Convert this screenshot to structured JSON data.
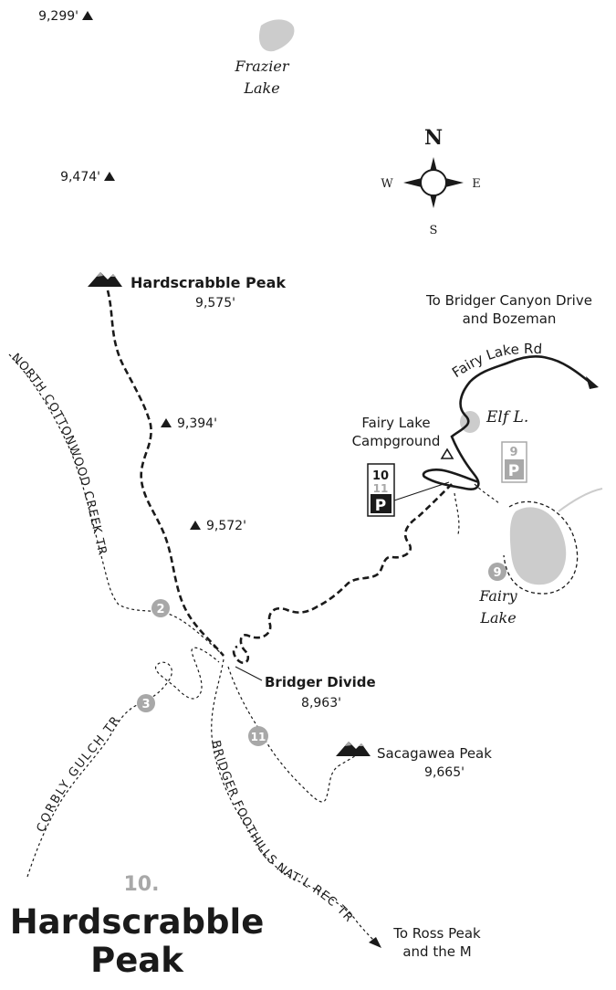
{
  "map": {
    "elevations": {
      "top_left": "9,299'",
      "left_mid": "9,474'",
      "ridge_1": "9,394'",
      "ridge_2": "9,572'"
    },
    "lakes": {
      "frazier_line1": "Frazier",
      "frazier_line2": "Lake",
      "elf": "Elf L.",
      "fairy_line1": "Fairy",
      "fairy_line2": "Lake"
    },
    "compass": {
      "n": "N",
      "s": "S",
      "e": "E",
      "w": "W"
    },
    "peaks": {
      "hardscrabble_name": "Hardscrabble Peak",
      "hardscrabble_elev": "9,575'",
      "sacagawea_name": "Sacagawea Peak",
      "sacagawea_elev": "9,665'",
      "bridger_divide_name": "Bridger Divide",
      "bridger_divide_elev": "8,963'"
    },
    "roads": {
      "to_bozeman_line1": "To Bridger Canyon Drive",
      "to_bozeman_line2": "and Bozeman",
      "fairy_lake_rd": "Fairy Lake Rd"
    },
    "campground": {
      "line1": "Fairy Lake",
      "line2": "Campground"
    },
    "parking": {
      "main_top": "10",
      "main_mid": "11",
      "main_p": "P",
      "alt_top": "9",
      "alt_p": "P"
    },
    "trails": {
      "north_cottonwood": "NORTH COTTONWOOD CREEK TR",
      "corbly_gulch": "CORBLY GULCH TR",
      "bridger_foothills": "BRIDGER FOOTHILLS NAT'L REC TR"
    },
    "trail_markers": {
      "m2": "2",
      "m3": "3",
      "m9": "9",
      "m11": "11"
    },
    "to_ross_line1": "To Ross Peak",
    "to_ross_line2": "and the M"
  },
  "title": {
    "number": "10.",
    "line1": "Hardscrabble",
    "line2": "Peak"
  },
  "colors": {
    "ink": "#1a1a1a",
    "gray": "#a8a8a8",
    "lake": "#cccccc"
  }
}
